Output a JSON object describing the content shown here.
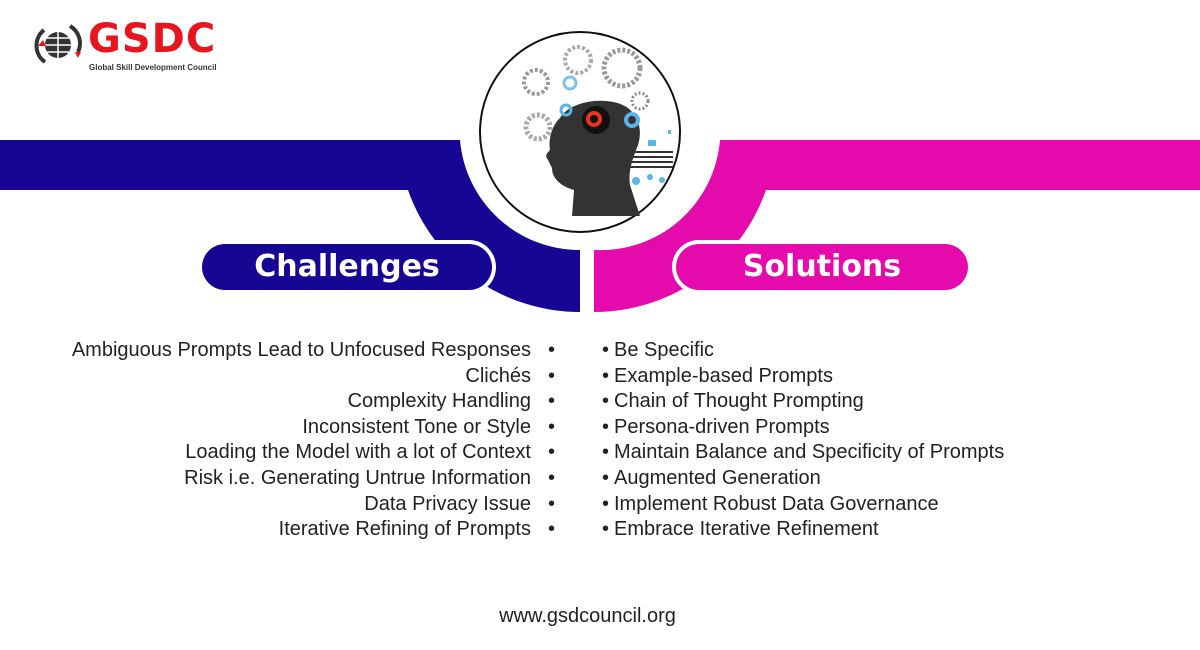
{
  "logo": {
    "name": "GSDC",
    "subtitle": "Global Skill Development Council"
  },
  "colors": {
    "challenges": "#170694",
    "solutions": "#e50aac",
    "logo_red": "#e8141e"
  },
  "challenges": {
    "title": "Challenges",
    "items": [
      "Ambiguous Prompts Lead to Unfocused Responses",
      "Clichés",
      "Complexity Handling",
      "Inconsistent Tone or Style",
      "Loading the Model with a lot of Context",
      "Risk i.e. Generating Untrue Information",
      "Data Privacy Issue",
      "Iterative Refining of Prompts"
    ]
  },
  "solutions": {
    "title": "Solutions",
    "items": [
      "Be Specific",
      "Example-based Prompts",
      "Chain of Thought Prompting",
      "Persona-driven Prompts",
      "Maintain Balance and Specificity of Prompts",
      "Augmented Generation",
      "Implement Robust Data Governance",
      "Embrace Iterative Refinement"
    ]
  },
  "footer": {
    "url": "www.gsdcouncil.org"
  }
}
